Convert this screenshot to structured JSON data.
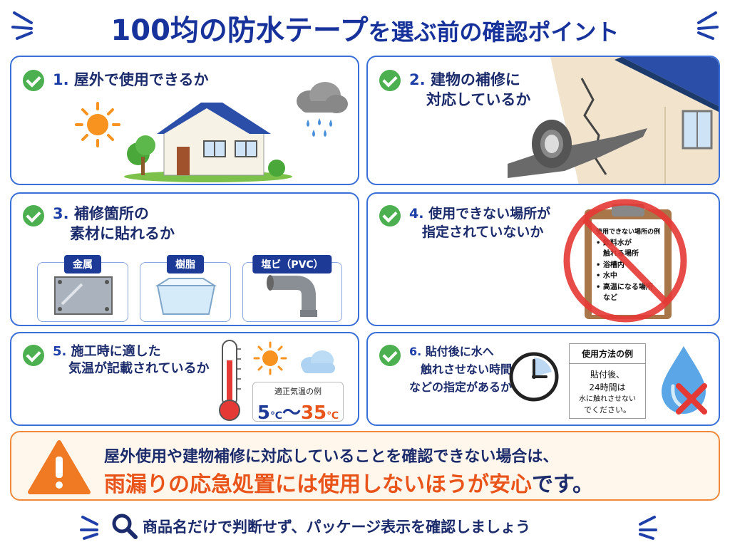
{
  "title": {
    "part1": "100均の防水テープ",
    "part2": "を選ぶ前の確認ポイント"
  },
  "cards": [
    {
      "num": "1.",
      "text": "屋外で使用できるか"
    },
    {
      "num": "2.",
      "line1": "建物の補修に",
      "line2": "対応しているか"
    },
    {
      "num": "3.",
      "line1": "補修箇所の",
      "line2": "素材に貼れるか",
      "materials": [
        "金属",
        "樹脂",
        "塩ビ（PVC）"
      ]
    },
    {
      "num": "4.",
      "line1": "使用できない場所が",
      "line2": "指定されていないか",
      "clipboard": {
        "title": "使用できない場所の例",
        "items": [
          "飲料水が",
          "触れる場所",
          "浴槽内",
          "水中",
          "高温になる場所",
          "など"
        ]
      }
    },
    {
      "num": "5.",
      "line1": "施工時に適した",
      "line2": "気温が記載されているか",
      "temp_caption": "適正気温の例",
      "temp_low": "5",
      "temp_sep": "〜",
      "temp_high": "35",
      "temp_unit": "℃"
    },
    {
      "num": "6.",
      "line1": "貼付後に水へ",
      "line2": "触れさせない時間",
      "line3": "などの指定があるか",
      "usage": {
        "title": "使用方法の例",
        "l1": "貼付後、",
        "l2": "24時間は",
        "l3": "水に触れさせない",
        "l4": "でください。"
      }
    }
  ],
  "warning": {
    "line1": "屋外使用や建物補修に対応していることを確認できない場合は、",
    "line2_em": "雨漏りの応急処置には使用しないほうが安心",
    "line2_tail": "です。"
  },
  "footer": {
    "text": "商品名だけで判断せず、パッケージ表示を確認しましょう"
  },
  "colors": {
    "navy": "#1b2b6b",
    "blue": "#3a6fd8",
    "orange": "#e8541a",
    "green": "#4caf50",
    "red": "#e53935"
  },
  "icons": [
    "sun-icon",
    "rain-cloud-icon",
    "house-icon",
    "tape-icon",
    "metal-plate-icon",
    "resin-tray-icon",
    "pvc-pipe-icon",
    "clipboard-icon",
    "prohibited-icon",
    "thermometer-icon",
    "cloud-icon",
    "clock-icon",
    "water-drop-icon",
    "warning-icon",
    "search-icon"
  ]
}
